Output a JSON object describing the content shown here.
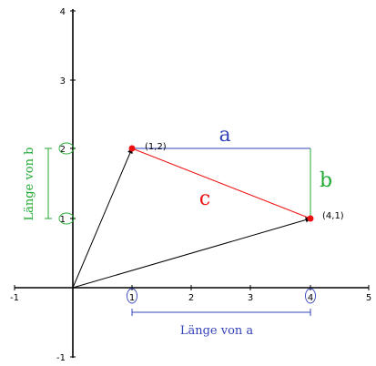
{
  "colors": {
    "axis": "#000000",
    "a": "#3344bb",
    "b": "#22aa33",
    "c": "#ee1111",
    "point": "#ee1111",
    "vector": "#000000"
  },
  "axes": {
    "x_ticks": [
      "-1",
      "1",
      "2",
      "3",
      "4",
      "5"
    ],
    "y_ticks": [
      "-1",
      "1",
      "2",
      "3",
      "4"
    ]
  },
  "points": [
    {
      "x": 1,
      "y": 2,
      "label": "(1,2)"
    },
    {
      "x": 4,
      "y": 1,
      "label": "(4,1)"
    }
  ],
  "sides": {
    "a": "a",
    "b": "b",
    "c": "c"
  },
  "dimensions": {
    "length_a": "Länge von a",
    "length_b": "Länge von b"
  }
}
